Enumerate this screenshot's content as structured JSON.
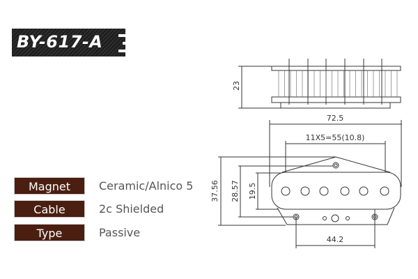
{
  "title": "BY-617-A",
  "specs": [
    {
      "label": "Magnet",
      "value": "Ceramic/Alnico 5"
    },
    {
      "label": "Cable",
      "value": "2c Shielded"
    },
    {
      "label": "Type",
      "value": "Passive"
    }
  ],
  "dimensions": {
    "height": "23",
    "width": "72.5",
    "pole_spacing": "11X5=55(10.8)",
    "total_length": "37.56",
    "mount_length": "28.57",
    "bobbin_length": "19.5",
    "screw_spacing": "44.2"
  }
}
